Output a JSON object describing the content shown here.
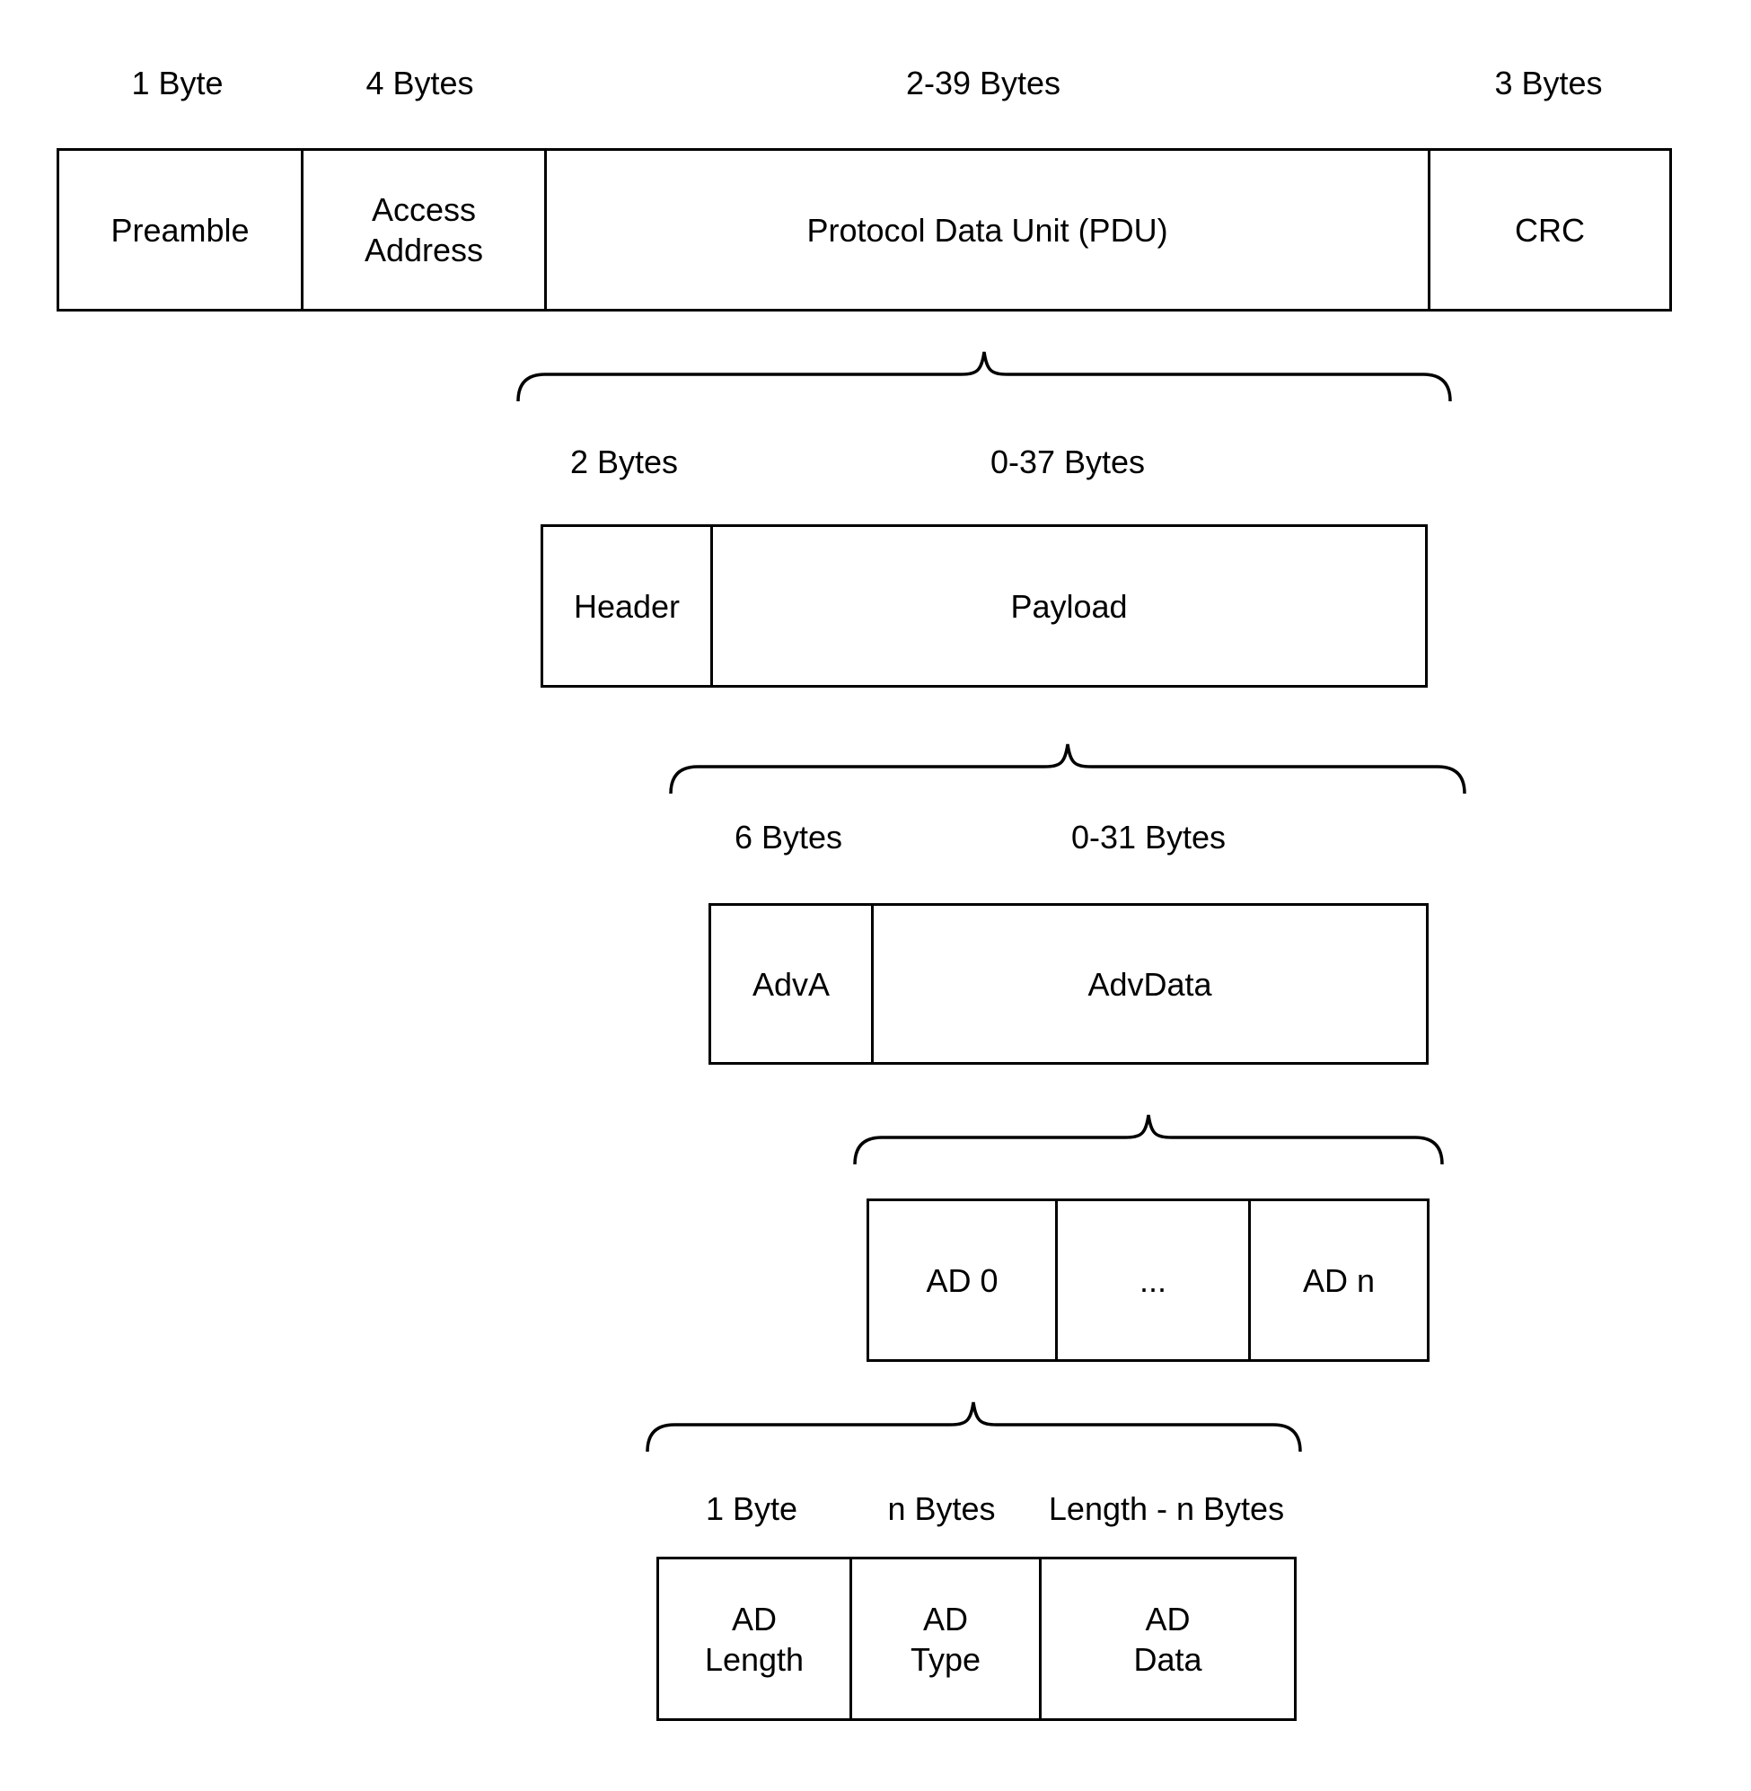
{
  "colors": {
    "stroke": "#000000",
    "text": "#000000",
    "background": "#ffffff"
  },
  "rows": [
    {
      "labels": [
        "1 Byte",
        "4 Bytes",
        "2-39 Bytes",
        "3 Bytes"
      ],
      "cells": [
        "Preamble",
        "Access\nAddress",
        "Protocol Data Unit (PDU)",
        "CRC"
      ]
    },
    {
      "labels": [
        "2 Bytes",
        "0-37 Bytes"
      ],
      "cells": [
        "Header",
        "Payload"
      ]
    },
    {
      "labels": [
        "6 Bytes",
        "0-31 Bytes"
      ],
      "cells": [
        "AdvA",
        "AdvData"
      ]
    },
    {
      "labels": [],
      "cells": [
        "AD 0",
        "...",
        "AD n"
      ]
    },
    {
      "labels": [
        "1 Byte",
        "n Bytes",
        "Length - n Bytes"
      ],
      "cells": [
        "AD\nLength",
        "AD\nType",
        "AD\nData"
      ]
    }
  ]
}
